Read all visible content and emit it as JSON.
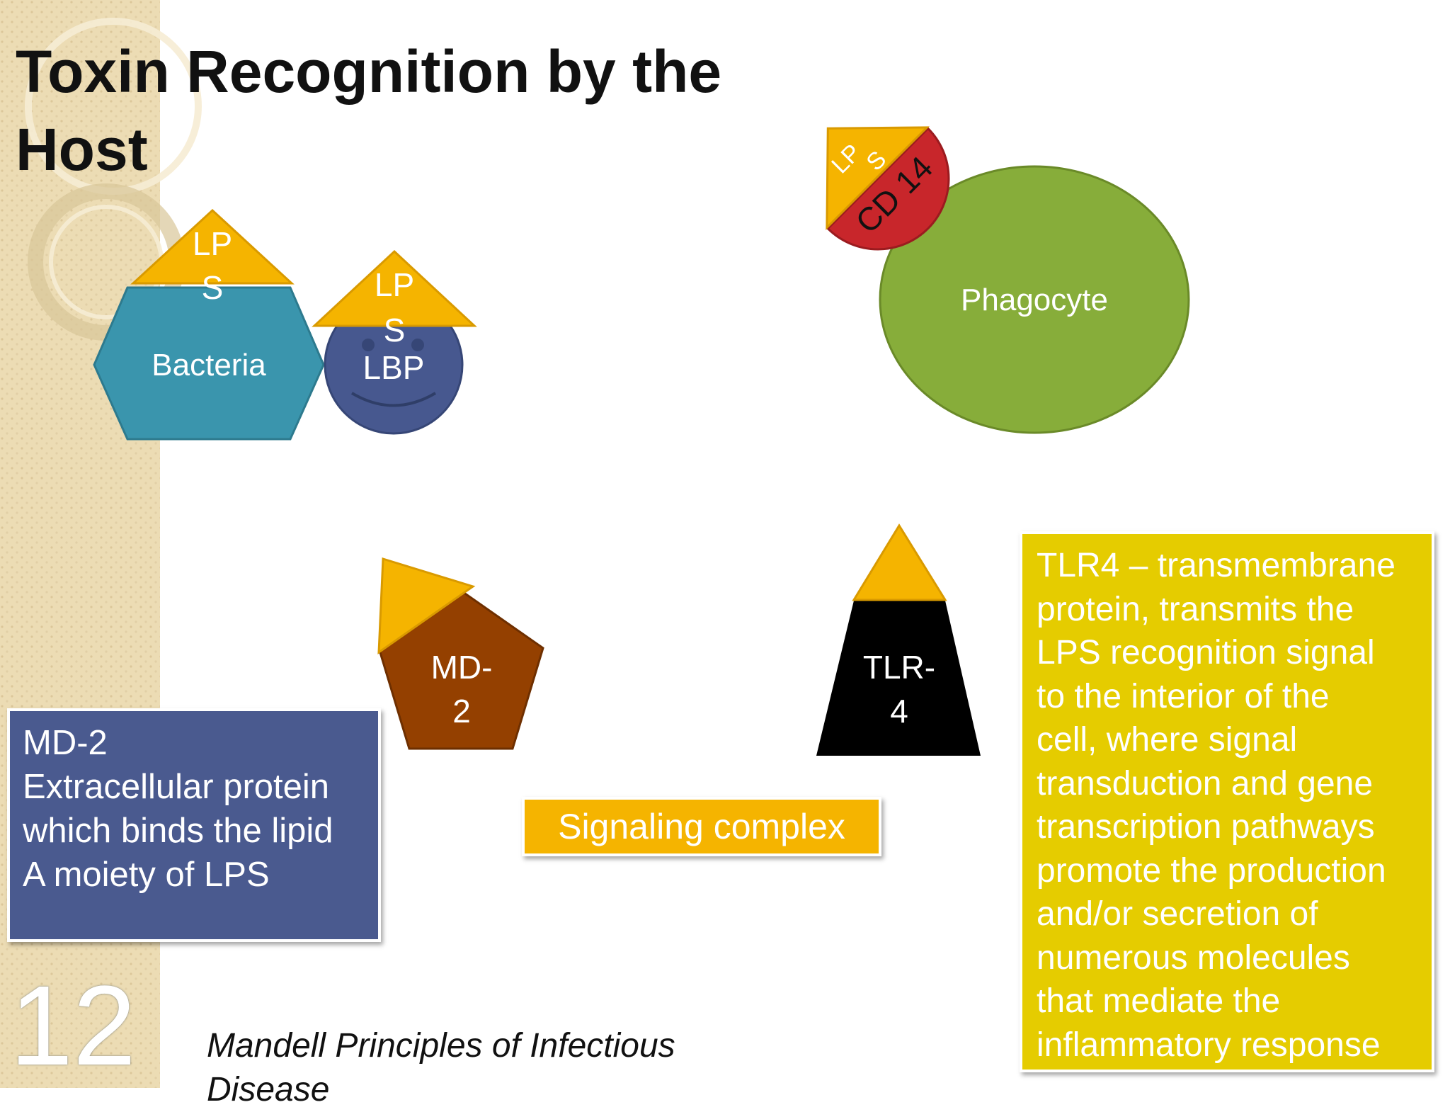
{
  "slide": {
    "title_lines": [
      "Toxin Recognition by the",
      "Host"
    ],
    "slide_number": "12",
    "citation_lines": [
      "Mandell Principles of Infectious",
      "Disease"
    ]
  },
  "diagram": {
    "bacteria": {
      "label": "Bacteria",
      "lps_lines": [
        "LP",
        "S"
      ]
    },
    "lbp": {
      "label": "LBP",
      "lps_lines": [
        "LP",
        "S"
      ]
    },
    "phagocyte": {
      "label": "Phagocyte"
    },
    "cd14": {
      "label": "CD 14",
      "lps_lines": [
        "LP",
        "S"
      ]
    },
    "md2_shape": {
      "label_lines": [
        "MD-",
        "2"
      ]
    },
    "tlr4_shape": {
      "label_lines": [
        "TLR-",
        "4"
      ]
    },
    "signaling_complex": "Signaling complex"
  },
  "md2_box": {
    "lines": [
      "MD-2",
      "Extracellular protein",
      "which binds the lipid",
      "A moiety of LPS"
    ]
  },
  "tlr4_box": {
    "lines": [
      "TLR4 – transmembrane",
      "protein, transmits the",
      "LPS recognition signal",
      "to the interior of the",
      "cell, where signal",
      "transduction and gene",
      "transcription pathways",
      "promote the production",
      "and/or secretion of",
      "numerous molecules",
      "that mediate the",
      "inflammatory response"
    ]
  },
  "colors": {
    "sidebar": "#ecdcb4",
    "lps": "#f5b400",
    "bacteria": "#3a95ad",
    "lbp": "#47588f",
    "phagocyte": "#87ad3a",
    "cd14": "#c8262b",
    "md2": "#944000",
    "tlr4": "#000000",
    "md2_box": "#4a5a8f",
    "tlr4_box": "#e5cc00"
  }
}
